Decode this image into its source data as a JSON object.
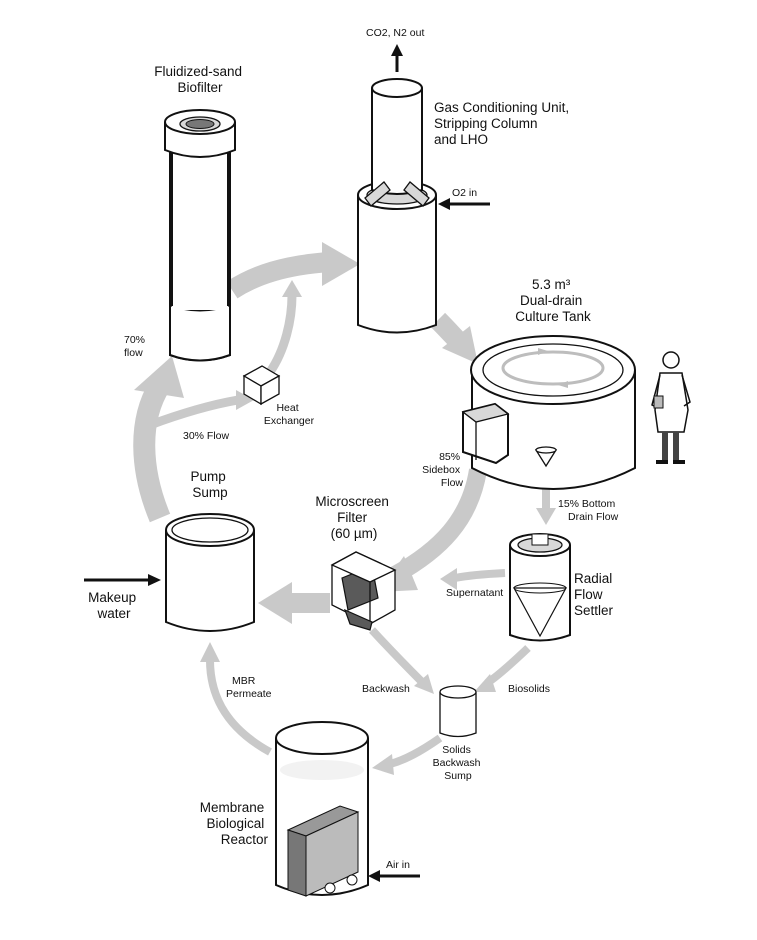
{
  "labels": {
    "co2_out": "CO2, N2 out",
    "gas_unit": [
      "Gas Conditioning Unit,",
      "Stripping Column",
      "and LHO"
    ],
    "o2_in": "O2 in",
    "biofilter": [
      "Fluidized-sand",
      "Biofilter"
    ],
    "tank": [
      "5.3 m³",
      "Dual-drain",
      "Culture Tank"
    ],
    "flow70": [
      "70%",
      "flow"
    ],
    "heat_exchanger": [
      "Heat",
      "Exchanger"
    ],
    "flow30": "30% Flow",
    "sidebox": [
      "85%",
      "Sidebox",
      "Flow"
    ],
    "bottom_drain": [
      "15% Bottom",
      "Drain Flow"
    ],
    "pump_sump": [
      "Pump",
      "Sump"
    ],
    "microscreen": [
      "Microscreen",
      "Filter",
      "(60 µm)"
    ],
    "supernatant": "Supernatant",
    "settler": [
      "Radial",
      "Flow",
      "Settler"
    ],
    "makeup_water": [
      "Makeup",
      "water"
    ],
    "backwash": "Backwash",
    "biosolids": "Biosolids",
    "mbr_permeate": [
      "MBR",
      "Permeate"
    ],
    "solids_sump": [
      "Solids",
      "Backwash",
      "Sump"
    ],
    "mbr": [
      "Membrane",
      "Biological",
      "Reactor"
    ],
    "air_in": "Air in"
  },
  "colors": {
    "flow_arrow": "#c9c9c9",
    "outline": "#111111",
    "fill": "#ffffff",
    "shade": "#d8d8d8"
  }
}
